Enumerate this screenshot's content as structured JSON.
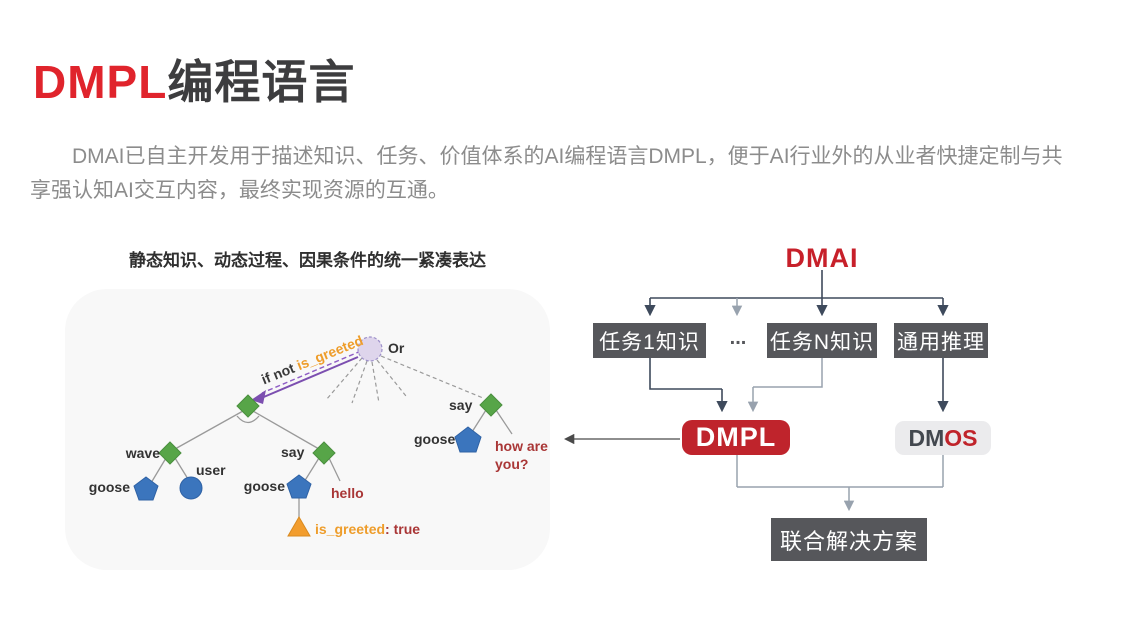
{
  "header": {
    "title_highlight": "DMPL",
    "title_rest": "编程语言",
    "paragraph": "DMAI已自主开发用于描述知识、任务、价值体系的AI编程语言DMPL，便于AI行业外的从业者快捷定制与共享强认知AI交互内容，最终实现资源的互通。"
  },
  "tree_panel": {
    "title": "静态知识、动态过程、因果条件的统一紧凑表达",
    "or_label": "Or",
    "condition_prefix": "if not ",
    "condition_variable": "is_greeted",
    "labels": {
      "wave": "wave",
      "user": "user",
      "goose_left": "goose",
      "say_mid": "say",
      "goose_mid": "goose",
      "hello": "hello",
      "greeted_var": "is_greeted",
      "greeted_val": ": true",
      "say_right": "say",
      "goose_right": "goose",
      "how_are_you": "how are you?"
    }
  },
  "flowchart": {
    "root": "DMAI",
    "task1": "任务1知识",
    "dots": "...",
    "taskN": "任务N知识",
    "general_reasoning": "通用推理",
    "dmpl": "DMPL",
    "dmos_dm": "DM",
    "dmos_os": "OS",
    "solution": "联合解决方案"
  },
  "colors": {
    "accent_red": "#c0242b",
    "title_red": "#e0242c",
    "box_gray": "#56575b",
    "node_green": "#57a548",
    "node_blue": "#3b75bd",
    "node_orange": "#f29d2e",
    "arrow_purple": "#7c4fb0",
    "dmos_bg": "#ebebed",
    "panel_bg": "#f8f8f8"
  }
}
